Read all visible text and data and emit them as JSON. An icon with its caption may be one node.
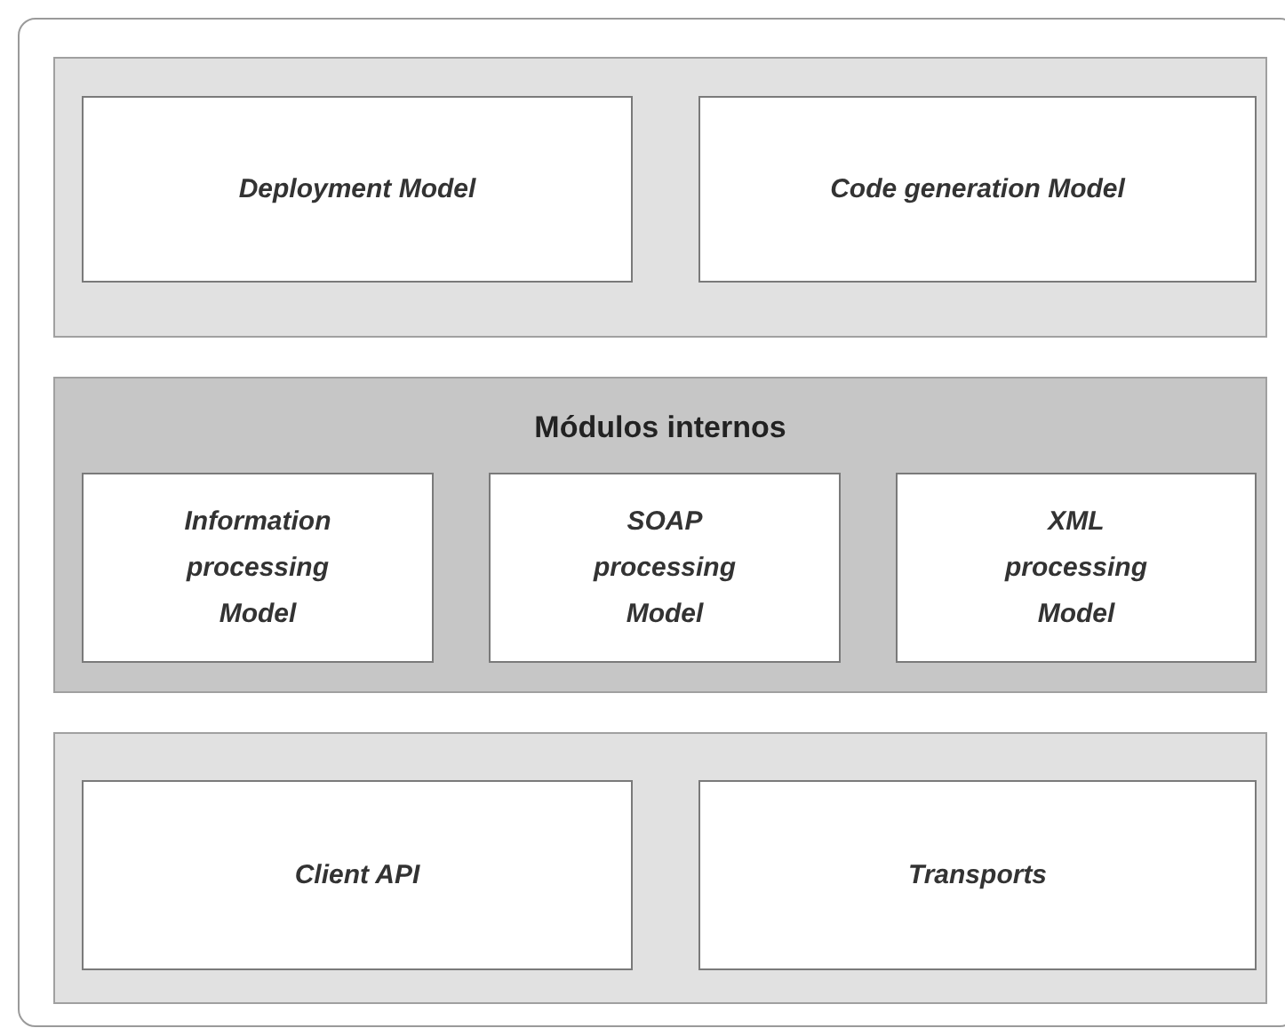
{
  "diagram": {
    "nodes": [
      {
        "text": [],
        "shape": "box"
      },
      {
        "text": [
          "Deployment Model"
        ],
        "in": 0
      },
      {
        "text": [
          "Code generation Model"
        ],
        "in": 0
      },
      {
        "text": [
          "Módulos internos"
        ]
      },
      {
        "text": [
          "Information processing Model"
        ],
        "in": 3
      },
      {
        "text": [
          "SOAP processing Model"
        ],
        "in": 3
      },
      {
        "text": [
          "XML processing Model"
        ],
        "in": 3
      },
      {
        "text": [],
        "shape": "box"
      },
      {
        "text": [
          "Client API"
        ],
        "in": 7
      },
      {
        "text": [
          "Transports"
        ],
        "in": 7
      }
    ]
  }
}
